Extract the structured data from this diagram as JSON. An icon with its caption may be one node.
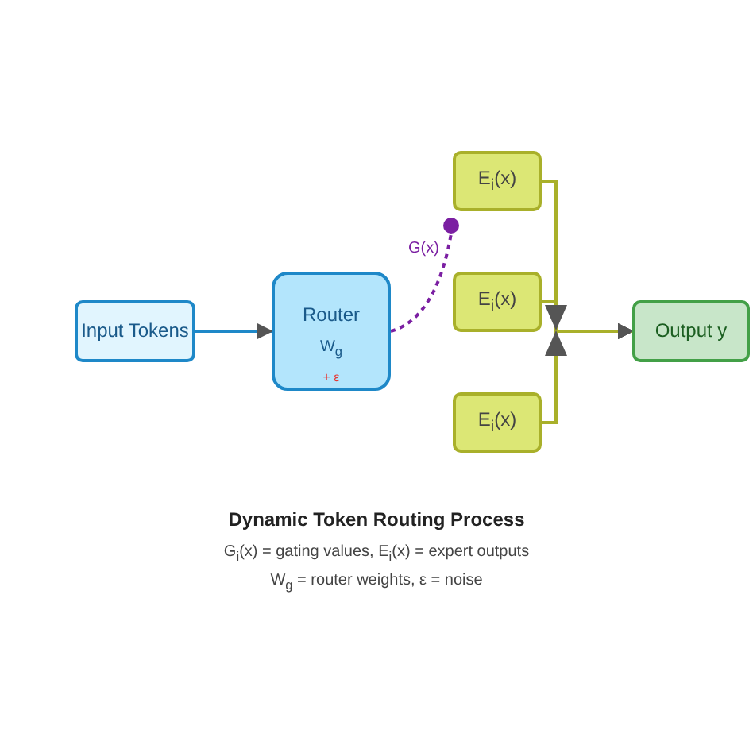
{
  "diagram": {
    "title": "Dynamic Token Routing Process",
    "nodes": [
      {
        "text": [
          "Input Tokens"
        ]
      },
      {
        "text": [
          "Router",
          "W$_{g}$",
          "+ ε"
        ]
      },
      {
        "text": [],
        "shape": "circle"
      },
      {
        "text": [
          "E$_{i}$(x)"
        ]
      },
      {
        "text": [
          "E$_{i}$(x)"
        ]
      },
      {
        "text": [
          "E$_{i}$(x)"
        ]
      },
      {
        "text": [
          "Output y"
        ]
      }
    ],
    "edges": [
      {
        "from": 0,
        "to": 1,
        "arrow": "to",
        "color": "#1e88c8"
      },
      {
        "from": 1,
        "to": 2,
        "arrow": "none",
        "label": "G(x)",
        "style": "dashed",
        "color": "#7b1fa2"
      },
      {
        "from": 3,
        "to": 6,
        "arrow": "to"
      },
      {
        "from": 4,
        "to": 6,
        "arrow": "to"
      },
      {
        "from": 5,
        "to": 6,
        "arrow": "to"
      }
    ],
    "labels": [
      "G$_{i}$(x) = gating values, E$_{i}$(x) = expert outputs",
      "W$_{g}$ = router weights, ε = noise"
    ]
  }
}
